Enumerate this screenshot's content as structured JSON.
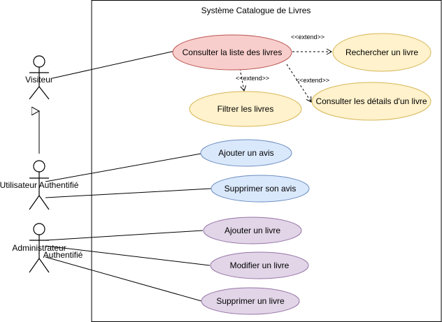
{
  "system": {
    "title": "Système Catalogue de Livres"
  },
  "actors": {
    "visiteur": {
      "label": "Visiteur"
    },
    "utilisateur": {
      "label": "Utilisateur Authentifié"
    },
    "admin": {
      "label_line1": "Administrateur",
      "label_line2": "Authentifié"
    }
  },
  "use_cases": {
    "consulter_liste": {
      "label": "Consulter la liste des livres",
      "fill": "#f8cecc",
      "stroke": "#b85450"
    },
    "rechercher": {
      "label": "Rechercher un livre",
      "fill": "#fff2cc",
      "stroke": "#d6b656"
    },
    "filtrer": {
      "label": "Filtrer les livres",
      "fill": "#fff2cc",
      "stroke": "#d6b656"
    },
    "details": {
      "label": "Consulter les détails d'un livre",
      "fill": "#fff2cc",
      "stroke": "#d6b656"
    },
    "ajouter_avis": {
      "label": "Ajouter un avis",
      "fill": "#dae8fc",
      "stroke": "#6c8ebf"
    },
    "supprimer_avis": {
      "label": "Supprimer son avis",
      "fill": "#dae8fc",
      "stroke": "#6c8ebf"
    },
    "ajouter_livre": {
      "label": "Ajouter un livre",
      "fill": "#e1d5e7",
      "stroke": "#9673a6"
    },
    "modifier_livre": {
      "label": "Modifier un livre",
      "fill": "#e1d5e7",
      "stroke": "#9673a6"
    },
    "supprimer_livre": {
      "label": "Supprimer un livre",
      "fill": "#e1d5e7",
      "stroke": "#9673a6"
    }
  },
  "relations": {
    "extend_rechercher": "<<extend>>",
    "extend_filtrer": "<<extend>>",
    "extend_details": "<<extend>>"
  }
}
